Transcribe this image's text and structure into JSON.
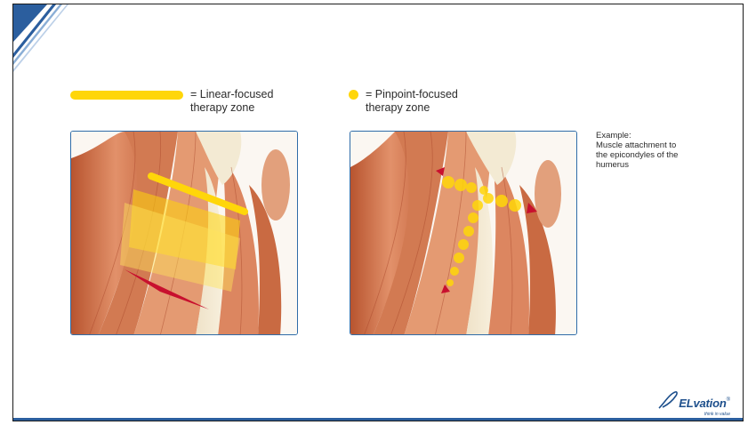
{
  "legend": {
    "linear_text": "= Linear-focused\ntherapy zone",
    "pinpoint_text": "= Pinpoint-focused\ntherapy zone"
  },
  "example": {
    "lines": [
      "Example:",
      "Muscle attachment to",
      "the epicondyles of the",
      "humerus"
    ]
  },
  "logo": {
    "word": "ELvation",
    "trademark": "®",
    "tagline": "think in value"
  },
  "colors": {
    "accent_blue": "#2b5e9e",
    "therapy_yellow": "#ffd60a",
    "arrow_red": "#c8102e"
  }
}
